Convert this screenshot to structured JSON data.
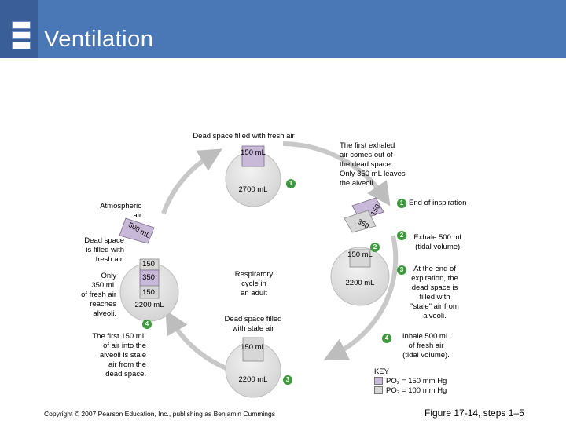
{
  "header": {
    "title": "Ventilation"
  },
  "colors": {
    "header_bg": "#4a77b5",
    "fresh_air": "#c9b9d9",
    "stale_air": "#d7d7d7",
    "step_badge": "#3d9a3d"
  },
  "diagram": {
    "top": {
      "caption": "Dead space filled with fresh air",
      "dead_space": "150\nmL",
      "alveoli": "2700 mL",
      "note": "The first exhaled\nair comes out of\nthe dead space.\nOnly 350 mL leaves\nthe alveoli."
    },
    "left": {
      "atmospheric": "Atmospheric\nair",
      "arc_label": "500 mL",
      "dead_space_note": "Dead space\nis filled with\nfresh air.",
      "fresh_note": "Only\n350 mL\nof fresh air\nreaches\nalveoli.",
      "dead_space": "150",
      "fresh_alveoli": "350",
      "stale_alveoli": "150",
      "alveoli": "2200 mL",
      "step_note": "The first 150 mL\nof air into the\nalveoli is stale\nair from the\ndead space."
    },
    "center": {
      "label": "Respiratory\ncycle in\nan adult"
    },
    "right": {
      "arc_label_top": "150",
      "arc_label_bottom": "350",
      "dead_space": "150\nmL",
      "alveoli": "2200 mL"
    },
    "bottom": {
      "caption": "Dead space filled\nwith stale air",
      "dead_space": "150\nmL",
      "alveoli": "2200 mL"
    },
    "step_numbers": [
      "1",
      "2",
      "3",
      "4"
    ]
  },
  "steps": [
    {
      "num": "1",
      "text": "End of inspiration"
    },
    {
      "num": "2",
      "text": "Exhale 500 mL\n(tidal volume)."
    },
    {
      "num": "3",
      "text": "At the end of\nexpiration, the\ndead space is\nfilled with\n\"stale\" air from\nalveoli."
    },
    {
      "num": "4",
      "text": "Inhale 500 mL\nof fresh air\n(tidal volume)."
    }
  ],
  "key": {
    "title": "KEY",
    "fresh_label": "PO₂ = 150 mm Hg",
    "stale_label": "PO₂ = 100 mm Hg"
  },
  "footer": {
    "copyright": "Copyright © 2007 Pearson Education, Inc., publishing as Benjamin Cummings",
    "figure": "Figure 17-14, steps 1–5"
  }
}
